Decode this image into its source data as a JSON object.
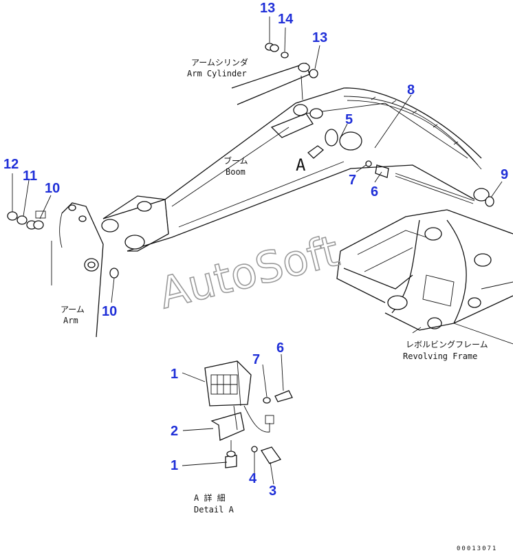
{
  "labels": {
    "arm_cylinder_jp": "アームシリンダ",
    "arm_cylinder_en": "Arm Cylinder",
    "boom_jp": "ブーム",
    "boom_en": "Boom",
    "arm_jp": "アーム",
    "arm_en": "Arm",
    "frame_jp": "レボルビングフレーム",
    "frame_en": "Revolving Frame",
    "detail_jp": "A 詳 細",
    "detail_en": "Detail A",
    "view_a": "A"
  },
  "callouts": {
    "c13a": "13",
    "c14": "14",
    "c13b": "13",
    "c8": "8",
    "c5": "5",
    "c7a": "7",
    "c6a": "6",
    "c9": "9",
    "c12": "12",
    "c11": "11",
    "c10a": "10",
    "c10b": "10",
    "c1a": "1",
    "c7b": "7",
    "c6b": "6",
    "c2": "2",
    "c1b": "1",
    "c4": "4",
    "c3": "3"
  },
  "watermark": "AutoSoft",
  "drawing_code": "00013071",
  "colors": {
    "callout": "#1f2fd8",
    "line": "#111111",
    "watermark": "#9a9a9a"
  }
}
